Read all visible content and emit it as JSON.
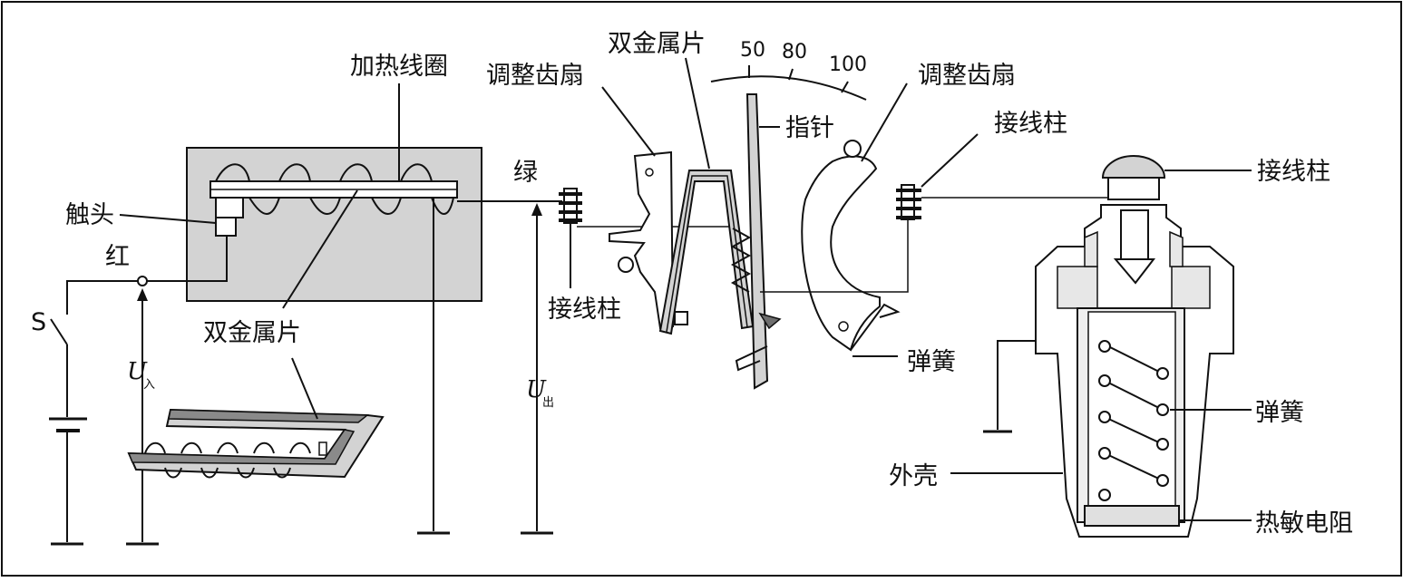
{
  "labels": {
    "heating_coil": "加热线圈",
    "adjust_sector_left": "调整齿扇",
    "bimetal_top": "双金属片",
    "adjust_sector_right": "调整齿扇",
    "pointer": "指针",
    "terminal_top": "接线柱",
    "terminal_right": "接线柱",
    "contact": "触头",
    "green": "绿",
    "red": "红",
    "switch_s": "S",
    "bimetal_bottom": "双金属片",
    "terminal_mid": "接线柱",
    "spring_gauge": "弹簧",
    "spring_sensor": "弹簧",
    "shell": "外壳",
    "thermistor": "热敏电阻"
  },
  "voltages": {
    "u_in_symbol": "U",
    "u_in_sub": "入",
    "u_out_symbol": "U",
    "u_out_sub": "出"
  },
  "scale": {
    "mark_1": "50",
    "mark_2": "80",
    "mark_3": "100"
  }
}
